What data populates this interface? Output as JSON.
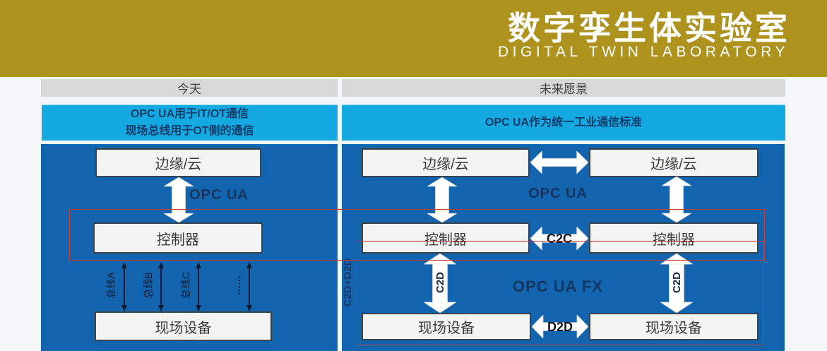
{
  "banner": {
    "title_cn": "数字孪生体实验室",
    "title_en": "DIGITAL TWIN LABORATORY"
  },
  "headers": {
    "today": "今天",
    "future": "未来愿景"
  },
  "subheaders": {
    "today_line1": "OPC UA用于IT/OT通信",
    "today_line2": "现场总线用于OT侧的通信",
    "future": "OPC UA作为统一工业通信标准"
  },
  "boxes": {
    "edge_cloud": "边缘/云",
    "controller": "控制器",
    "field_device": "现场设备"
  },
  "labels": {
    "opc_ua": "OPC UA",
    "opc_ua_fx": "OPC UA FX",
    "c2c": "C2C",
    "c2d": "C2D",
    "d2d": "D2D",
    "c2d_d2d": "C2D+D2D"
  },
  "buses": [
    "总线A",
    "总线B",
    "总线C",
    "……"
  ],
  "colors": {
    "banner_gold": "#ad921d",
    "header_gray": "#d8d8d8",
    "subheader_cyan": "#15a9e1",
    "panel_blue": "#1164ad",
    "box_bg": "#f3f3f3",
    "red_frame": "#c23b34",
    "navy_text": "#16355e"
  }
}
